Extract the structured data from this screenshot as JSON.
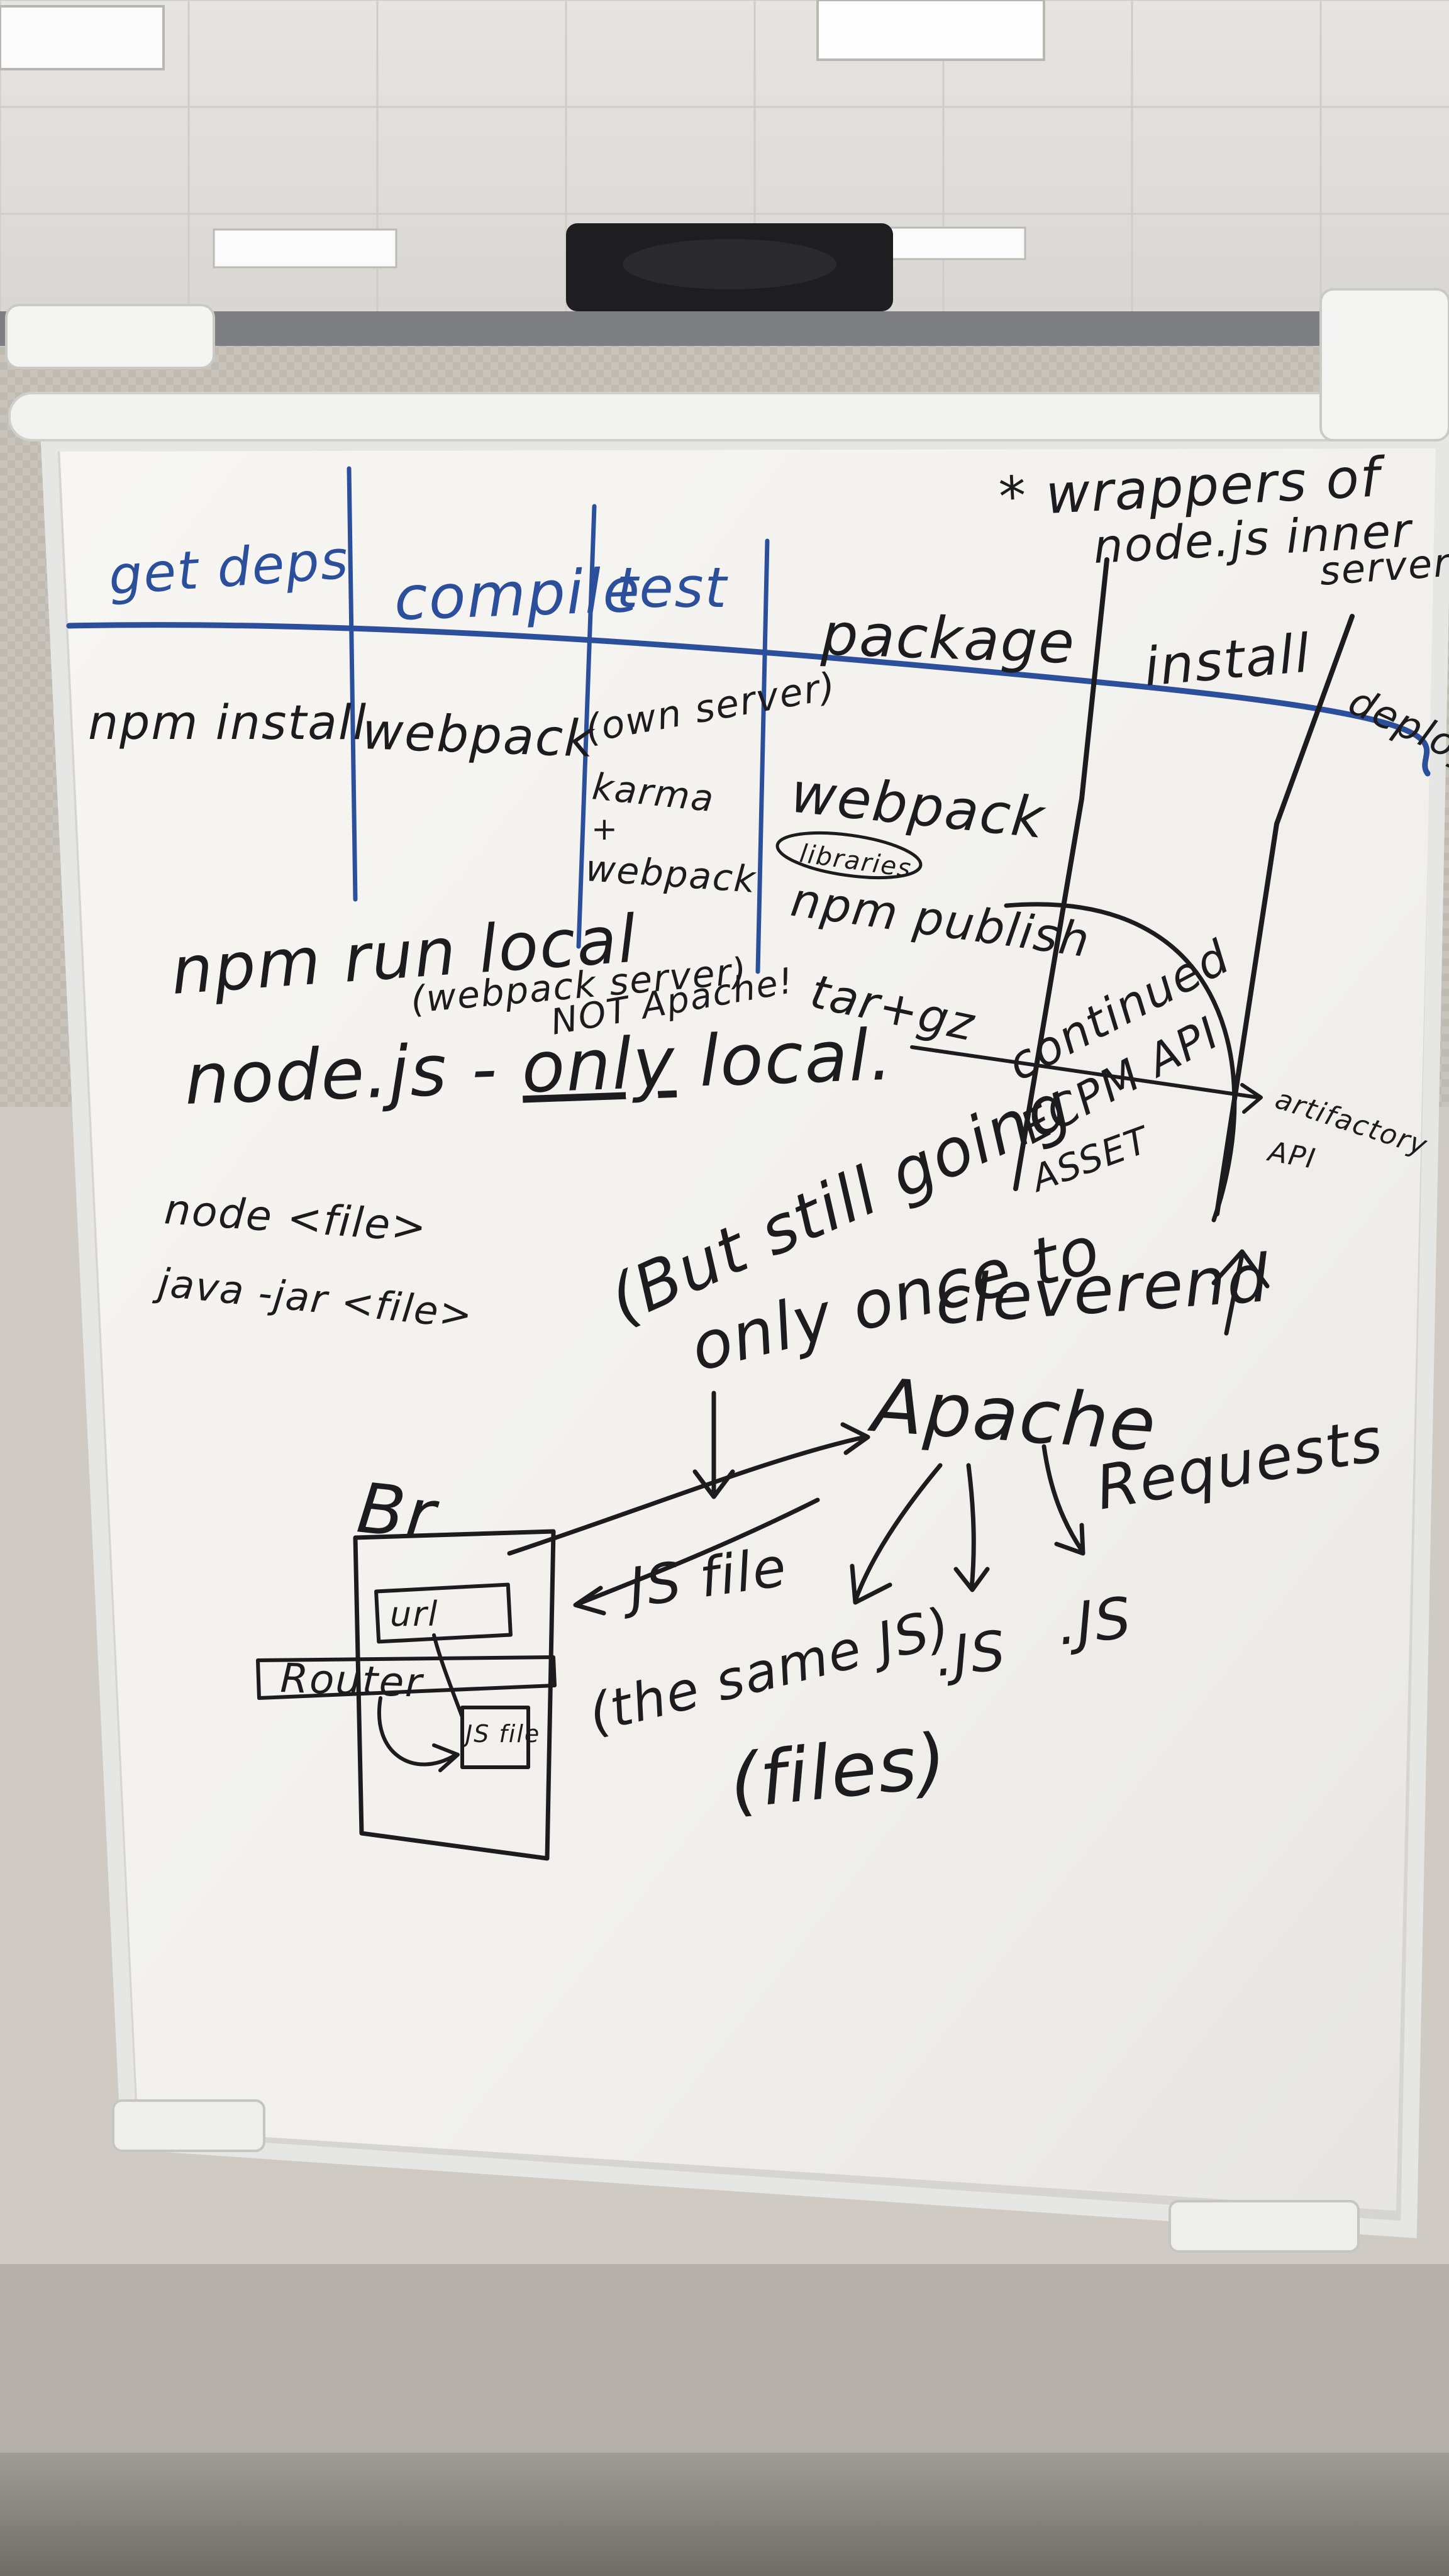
{
  "whiteboard": {
    "table_headers": {
      "get_deps": "get deps",
      "compile": "compile",
      "test": "test",
      "package": "package",
      "install": "install",
      "deploy": "deploy"
    },
    "wrappers_note": [
      "* wrappers of",
      "node.js inner",
      "server"
    ],
    "get_deps_entry": "npm install",
    "compile_entry": "webpack",
    "test_entries": [
      "(own server)",
      "karma",
      "+",
      "webpack"
    ],
    "package_entries": [
      "webpack",
      "libraries",
      "npm publish",
      "tar+gz"
    ],
    "center_note": [
      "continued",
      "ECPM API",
      "ASSET"
    ],
    "artifactory_note": [
      "artifactory",
      "API"
    ],
    "npm_run_local": "npm run local",
    "webpack_server_note": [
      "(webpack server)",
      "NOT Apache!"
    ],
    "nodejs_note": {
      "prefix": "node.js - ",
      "underlined": "only",
      "suffix": " local."
    },
    "commands": [
      "node <file>",
      "java -jar <file>"
    ],
    "but_note": [
      "(But still going",
      "only once to",
      "cleverend"
    ],
    "apache": "Apache",
    "requests": "Requests",
    "browser_box": {
      "title": "Br",
      "url_box": "url",
      "router": "Router",
      "js_file": "JS file"
    },
    "js_file_note": [
      "JS file",
      "(the same JS)"
    ],
    "js_labels": [
      ".JS",
      ".JS"
    ],
    "files_note": "(files)"
  }
}
